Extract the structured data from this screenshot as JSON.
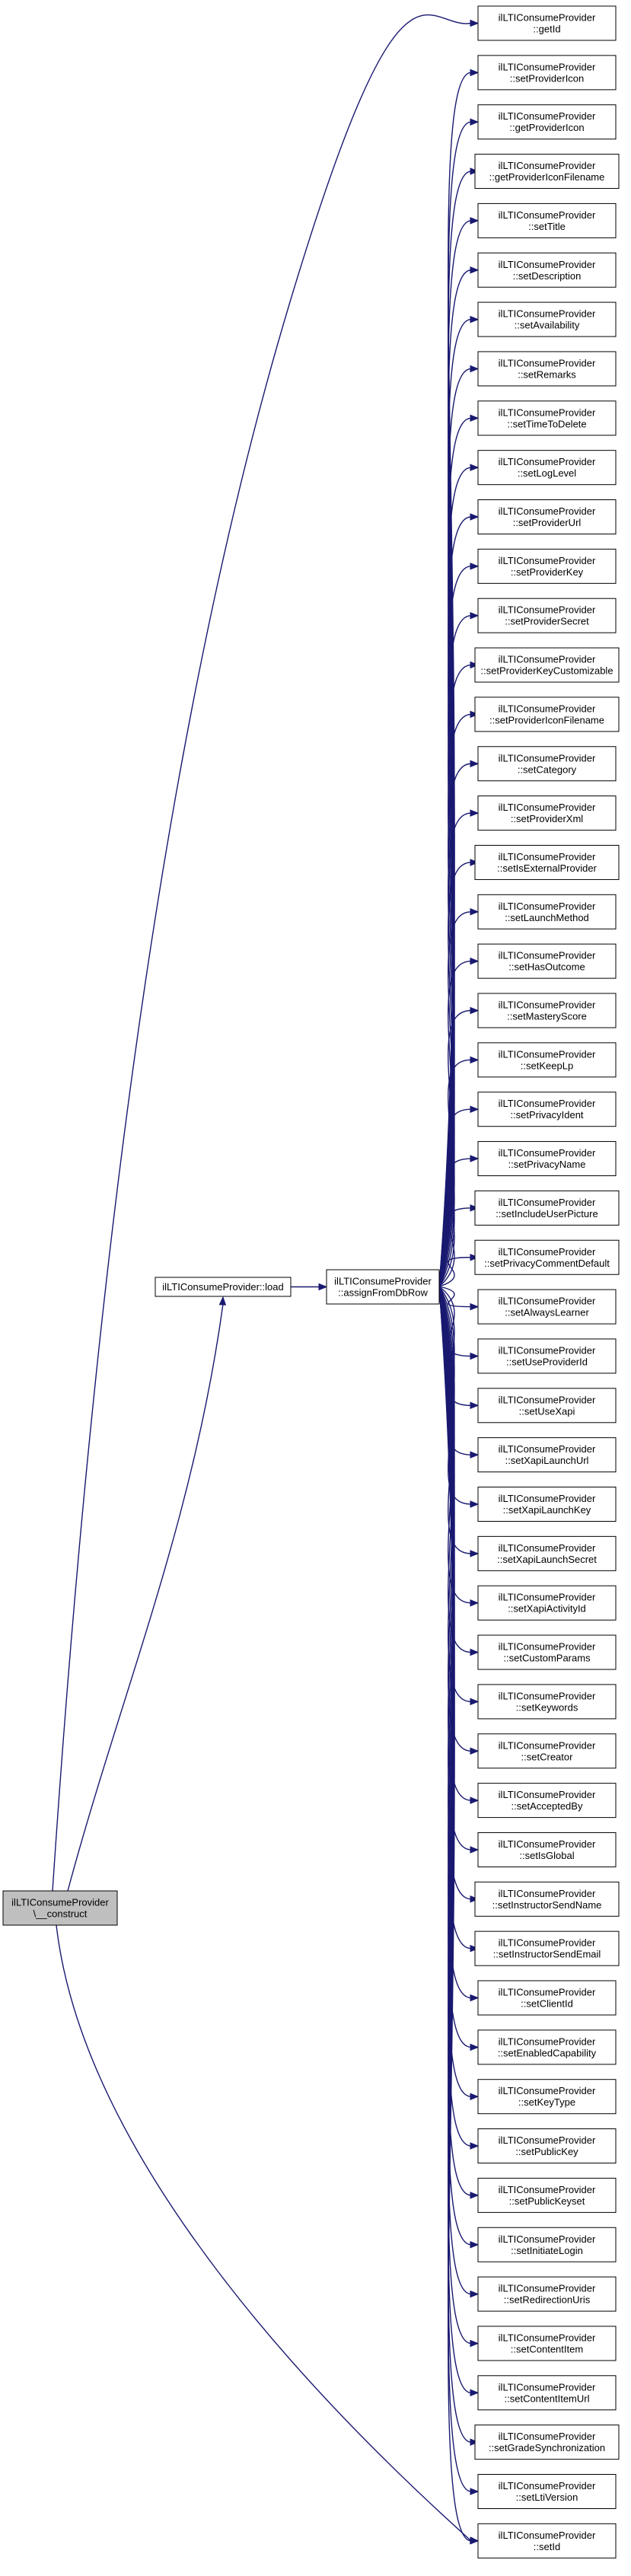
{
  "colors": {
    "edge": "#191970",
    "node_fill": "#ffffff",
    "root_fill": "#bfbfbf",
    "border": "#000000"
  },
  "root": {
    "line1": "ilLTIConsumeProvider",
    "line2": "\\__construct"
  },
  "load": {
    "line1": "ilLTIConsumeProvider::load"
  },
  "assign": {
    "line1": "ilLTIConsumeProvider",
    "line2": "::assignFromDbRow"
  },
  "targets": [
    {
      "line1": "ilLTIConsumeProvider",
      "line2": "::getId"
    },
    {
      "line1": "ilLTIConsumeProvider",
      "line2": "::setProviderIcon"
    },
    {
      "line1": "ilLTIConsumeProvider",
      "line2": "::getProviderIcon"
    },
    {
      "line1": "ilLTIConsumeProvider",
      "line2": "::getProviderIconFilename"
    },
    {
      "line1": "ilLTIConsumeProvider",
      "line2": "::setTitle"
    },
    {
      "line1": "ilLTIConsumeProvider",
      "line2": "::setDescription"
    },
    {
      "line1": "ilLTIConsumeProvider",
      "line2": "::setAvailability"
    },
    {
      "line1": "ilLTIConsumeProvider",
      "line2": "::setRemarks"
    },
    {
      "line1": "ilLTIConsumeProvider",
      "line2": "::setTimeToDelete"
    },
    {
      "line1": "ilLTIConsumeProvider",
      "line2": "::setLogLevel"
    },
    {
      "line1": "ilLTIConsumeProvider",
      "line2": "::setProviderUrl"
    },
    {
      "line1": "ilLTIConsumeProvider",
      "line2": "::setProviderKey"
    },
    {
      "line1": "ilLTIConsumeProvider",
      "line2": "::setProviderSecret"
    },
    {
      "line1": "ilLTIConsumeProvider",
      "line2": "::setProviderKeyCustomizable"
    },
    {
      "line1": "ilLTIConsumeProvider",
      "line2": "::setProviderIconFilename"
    },
    {
      "line1": "ilLTIConsumeProvider",
      "line2": "::setCategory"
    },
    {
      "line1": "ilLTIConsumeProvider",
      "line2": "::setProviderXml"
    },
    {
      "line1": "ilLTIConsumeProvider",
      "line2": "::setIsExternalProvider"
    },
    {
      "line1": "ilLTIConsumeProvider",
      "line2": "::setLaunchMethod"
    },
    {
      "line1": "ilLTIConsumeProvider",
      "line2": "::setHasOutcome"
    },
    {
      "line1": "ilLTIConsumeProvider",
      "line2": "::setMasteryScore"
    },
    {
      "line1": "ilLTIConsumeProvider",
      "line2": "::setKeepLp"
    },
    {
      "line1": "ilLTIConsumeProvider",
      "line2": "::setPrivacyIdent"
    },
    {
      "line1": "ilLTIConsumeProvider",
      "line2": "::setPrivacyName"
    },
    {
      "line1": "ilLTIConsumeProvider",
      "line2": "::setIncludeUserPicture"
    },
    {
      "line1": "ilLTIConsumeProvider",
      "line2": "::setPrivacyCommentDefault"
    },
    {
      "line1": "ilLTIConsumeProvider",
      "line2": "::setAlwaysLearner"
    },
    {
      "line1": "ilLTIConsumeProvider",
      "line2": "::setUseProviderId"
    },
    {
      "line1": "ilLTIConsumeProvider",
      "line2": "::setUseXapi"
    },
    {
      "line1": "ilLTIConsumeProvider",
      "line2": "::setXapiLaunchUrl"
    },
    {
      "line1": "ilLTIConsumeProvider",
      "line2": "::setXapiLaunchKey"
    },
    {
      "line1": "ilLTIConsumeProvider",
      "line2": "::setXapiLaunchSecret"
    },
    {
      "line1": "ilLTIConsumeProvider",
      "line2": "::setXapiActivityId"
    },
    {
      "line1": "ilLTIConsumeProvider",
      "line2": "::setCustomParams"
    },
    {
      "line1": "ilLTIConsumeProvider",
      "line2": "::setKeywords"
    },
    {
      "line1": "ilLTIConsumeProvider",
      "line2": "::setCreator"
    },
    {
      "line1": "ilLTIConsumeProvider",
      "line2": "::setAcceptedBy"
    },
    {
      "line1": "ilLTIConsumeProvider",
      "line2": "::setIsGlobal"
    },
    {
      "line1": "ilLTIConsumeProvider",
      "line2": "::setInstructorSendName"
    },
    {
      "line1": "ilLTIConsumeProvider",
      "line2": "::setInstructorSendEmail"
    },
    {
      "line1": "ilLTIConsumeProvider",
      "line2": "::setClientId"
    },
    {
      "line1": "ilLTIConsumeProvider",
      "line2": "::setEnabledCapability"
    },
    {
      "line1": "ilLTIConsumeProvider",
      "line2": "::setKeyType"
    },
    {
      "line1": "ilLTIConsumeProvider",
      "line2": "::setPublicKey"
    },
    {
      "line1": "ilLTIConsumeProvider",
      "line2": "::setPublicKeyset"
    },
    {
      "line1": "ilLTIConsumeProvider",
      "line2": "::setInitiateLogin"
    },
    {
      "line1": "ilLTIConsumeProvider",
      "line2": "::setRedirectionUris"
    },
    {
      "line1": "ilLTIConsumeProvider",
      "line2": "::setContentItem"
    },
    {
      "line1": "ilLTIConsumeProvider",
      "line2": "::setContentItemUrl"
    },
    {
      "line1": "ilLTIConsumeProvider",
      "line2": "::setGradeSynchronization"
    },
    {
      "line1": "ilLTIConsumeProvider",
      "line2": "::setLtiVersion"
    },
    {
      "line1": "ilLTIConsumeProvider",
      "line2": "::setId"
    }
  ],
  "edges": {
    "root_to_load": true,
    "root_to_targets": [
      "::getId",
      "::setId"
    ],
    "load_to_assign": true
  }
}
